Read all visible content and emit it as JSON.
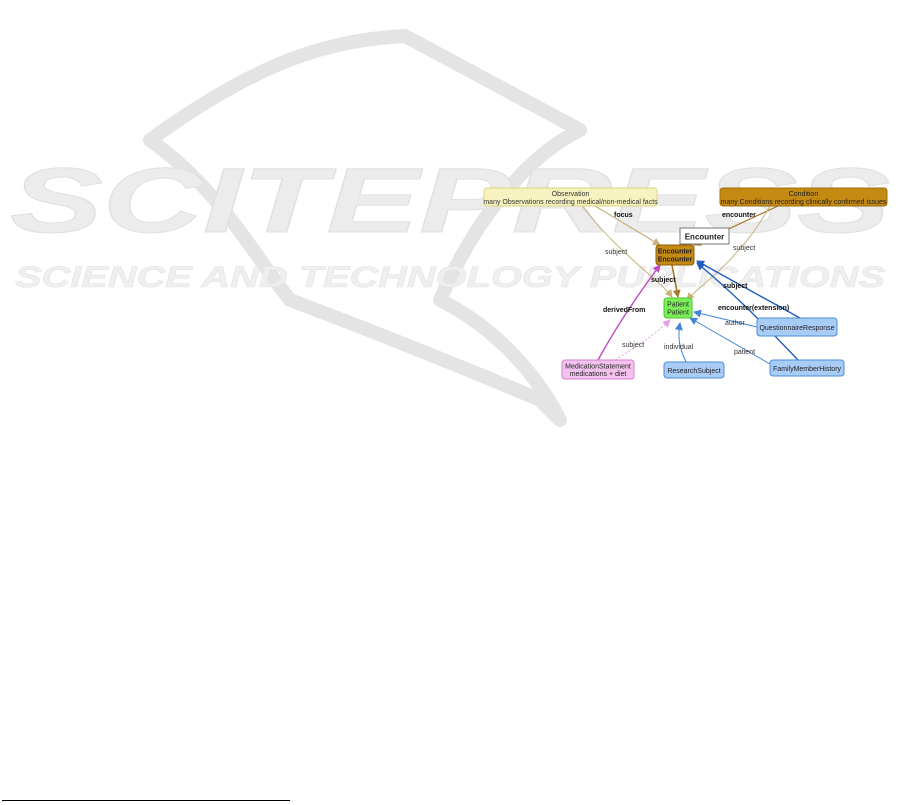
{
  "watermark": {
    "brand": "SCITEPRESS",
    "tagline": "SCIENCE AND TECHNOLOGY PUBLICATIONS",
    "colors": {
      "fill": "#ececec",
      "stroke": "#e2e2e2"
    }
  },
  "nodes": {
    "observation": {
      "line1": "Observation",
      "line2": "many Observations recording medical/non-medical facts"
    },
    "condition": {
      "line1": "Condition",
      "line2": "many Conditions recording clinically confirmed issues"
    },
    "encounter_label": {
      "text": "Encounter"
    },
    "encounter": {
      "line1": "Encounter",
      "line2": "Encounter"
    },
    "patient": {
      "line1": "Patient",
      "line2": "Patient"
    },
    "medication": {
      "line1": "MedicationStatement",
      "line2": "medications + diet"
    },
    "research": {
      "text": "ResearchSubject"
    },
    "questionnaire": {
      "text": "QuestionnaireResponse"
    },
    "family": {
      "text": "FamilyMemberHistory"
    }
  },
  "edges": {
    "focus": "focus",
    "encounter": "encounter",
    "subject_obs": "subject",
    "subject_cond": "subject",
    "subject_enc": "subject",
    "subject_qr": "subject",
    "derived_from": "derivedFrom",
    "subject_med": "subject",
    "individual": "individual",
    "encounter_ext": "encounter(extension)",
    "author": "author",
    "patient": "patient"
  },
  "colors": {
    "observation_fill": "#f7f3c0",
    "observation_stroke": "#d9d37e",
    "condition_fill": "#c58a12",
    "condition_stroke": "#a06d08",
    "encounter_fill": "#c58a12",
    "encounter_stroke": "#8a5c05",
    "patient_fill": "#7cf05a",
    "patient_stroke": "#4cc52b",
    "medication_fill": "#f4c2ef",
    "medication_stroke": "#d67fd0",
    "blue_fill": "#a9ccf7",
    "blue_stroke": "#4a8bd9",
    "edge_tan": "#c8b27a",
    "edge_brown": "#a8782a",
    "edge_blue": "#3f86d8",
    "edge_dark_blue": "#1f5fc4",
    "edge_magenta": "#c04ac4",
    "edge_pink": "#e3a2e0"
  }
}
